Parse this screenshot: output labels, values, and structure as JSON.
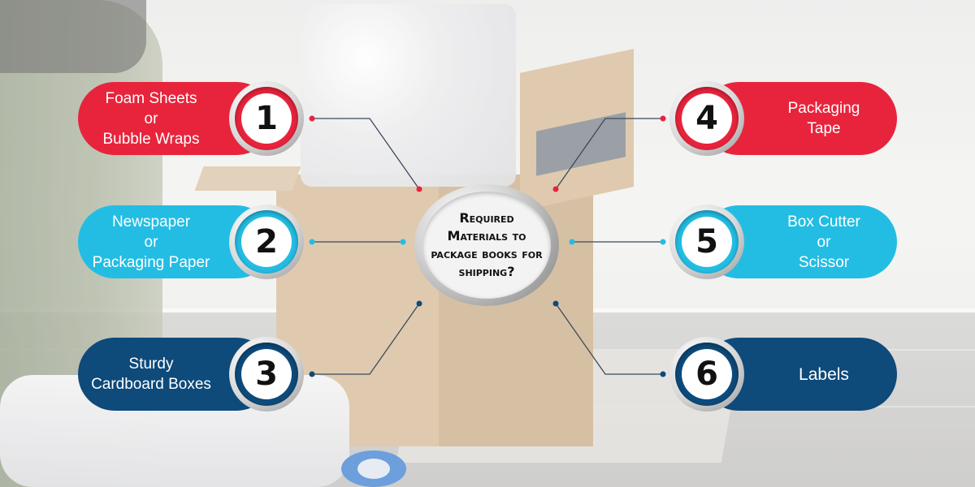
{
  "center": {
    "title": "Required Materials to package books for shipping?"
  },
  "colors": {
    "red": "#e8243c",
    "cyan": "#23bde3",
    "navy": "#0e4a7a"
  },
  "items": [
    {
      "number": "1",
      "label": "Foam Sheets\nor\nBubble Wraps",
      "color": "red"
    },
    {
      "number": "2",
      "label": "Newspaper\nor\nPackaging Paper",
      "color": "cyan"
    },
    {
      "number": "3",
      "label": "Sturdy\nCardboard Boxes",
      "color": "navy"
    },
    {
      "number": "4",
      "label": "Packaging\nTape",
      "color": "red"
    },
    {
      "number": "5",
      "label": "Box Cutter\nor\nScissor",
      "color": "cyan"
    },
    {
      "number": "6",
      "label": "Labels",
      "color": "navy"
    }
  ]
}
